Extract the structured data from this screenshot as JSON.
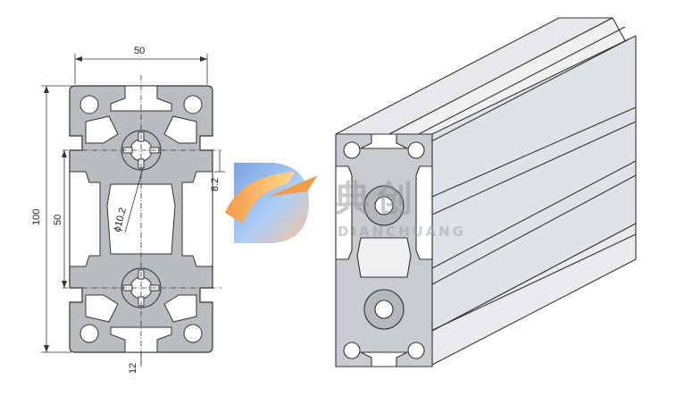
{
  "drawing": {
    "dimensions": {
      "width": "50",
      "height": "100",
      "half_height": "50",
      "slot_offset": "8.2",
      "bore": "ϕ10.2",
      "bottom_offset": "12"
    }
  },
  "watermark": {
    "brand_cn": "典创",
    "brand_en": "DIANCHUANG"
  },
  "colors": {
    "profile_fill": "#b9bcc1",
    "profile_stroke": "#333333",
    "face_light": "#eef0f2",
    "face_mid": "#d9dce0",
    "face_dark": "#b4b8bd",
    "logo_blue": "#2f6fd6",
    "logo_orange": "#f08a2a"
  }
}
